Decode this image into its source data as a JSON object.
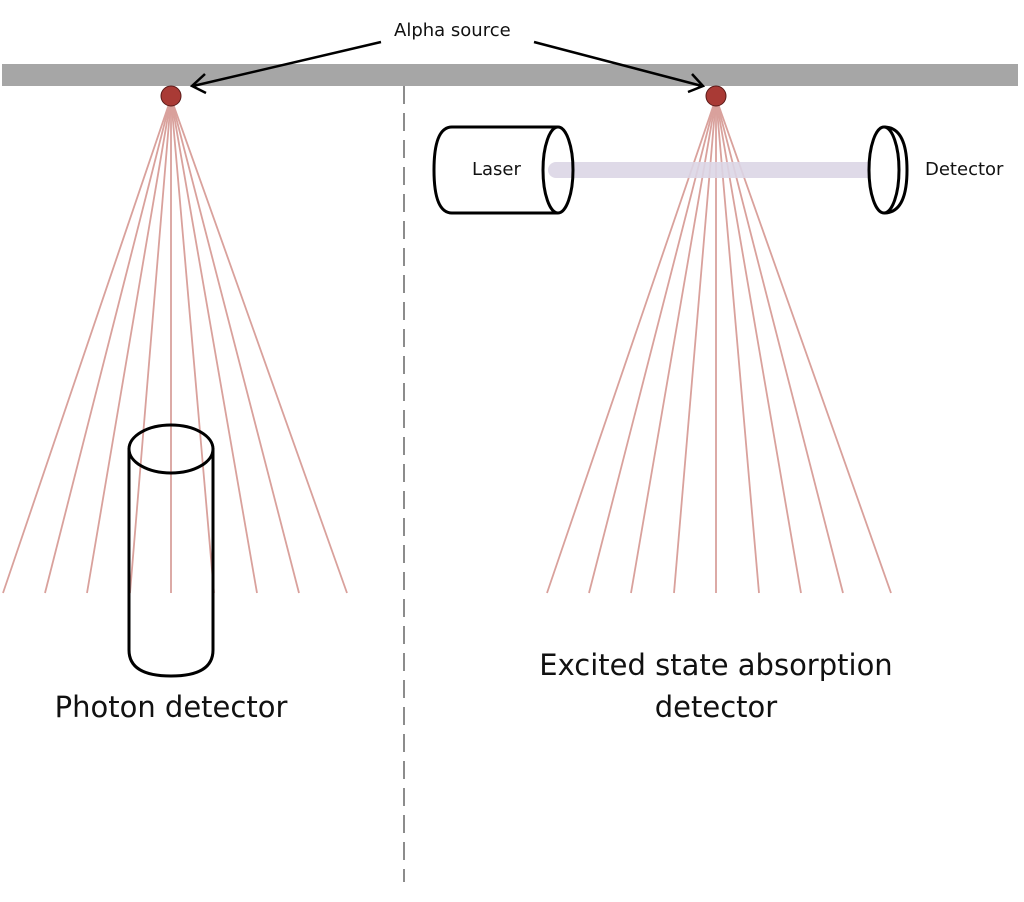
{
  "labels": {
    "alpha_source": "Alpha source",
    "laser": "Laser",
    "detector": "Detector",
    "photon_detector": "Photon detector",
    "esa_line1": "Excited state absorption",
    "esa_line2": "detector"
  },
  "colors": {
    "bar": "#a6a6a6",
    "source": "#a93a35",
    "rays": "#d9a19c",
    "beam": "#dcd6e6",
    "divider": "#8c8c8c",
    "outline": "#000000"
  },
  "diagram": {
    "ray_count": 9,
    "panels": [
      "photon-detector",
      "excited-state-absorption-detector"
    ]
  }
}
